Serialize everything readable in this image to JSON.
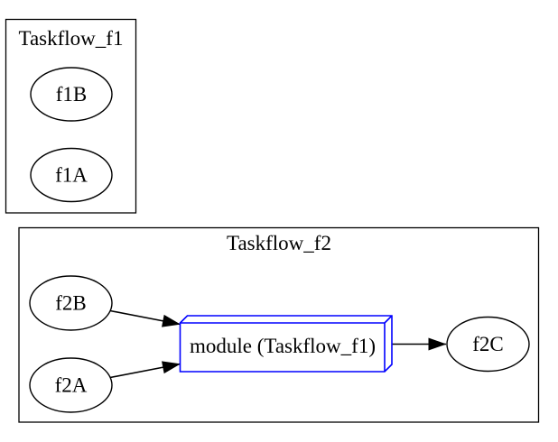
{
  "diagram": {
    "type": "graphviz-digraph",
    "colors": {
      "background": "#ffffff",
      "cluster_border": "#000000",
      "node_border": "#000000",
      "edge": "#000000",
      "text": "#000000",
      "module_border": "#0000ff"
    },
    "clusters": {
      "f1": {
        "label": "Taskflow_f1"
      },
      "f2": {
        "label": "Taskflow_f2"
      }
    },
    "nodes": {
      "f1B": {
        "label": "f1B",
        "shape": "ellipse",
        "cluster": "Taskflow_f1"
      },
      "f1A": {
        "label": "f1A",
        "shape": "ellipse",
        "cluster": "Taskflow_f1"
      },
      "f2B": {
        "label": "f2B",
        "shape": "ellipse",
        "cluster": "Taskflow_f2"
      },
      "f2A": {
        "label": "f2A",
        "shape": "ellipse",
        "cluster": "Taskflow_f2"
      },
      "module": {
        "label": "module (Taskflow_f1)",
        "shape": "box3d",
        "cluster": "Taskflow_f2"
      },
      "f2C": {
        "label": "f2C",
        "shape": "ellipse",
        "cluster": "Taskflow_f2"
      }
    },
    "edges": [
      {
        "from": "f2B",
        "to": "module"
      },
      {
        "from": "f2A",
        "to": "module"
      },
      {
        "from": "module",
        "to": "f2C"
      }
    ]
  }
}
